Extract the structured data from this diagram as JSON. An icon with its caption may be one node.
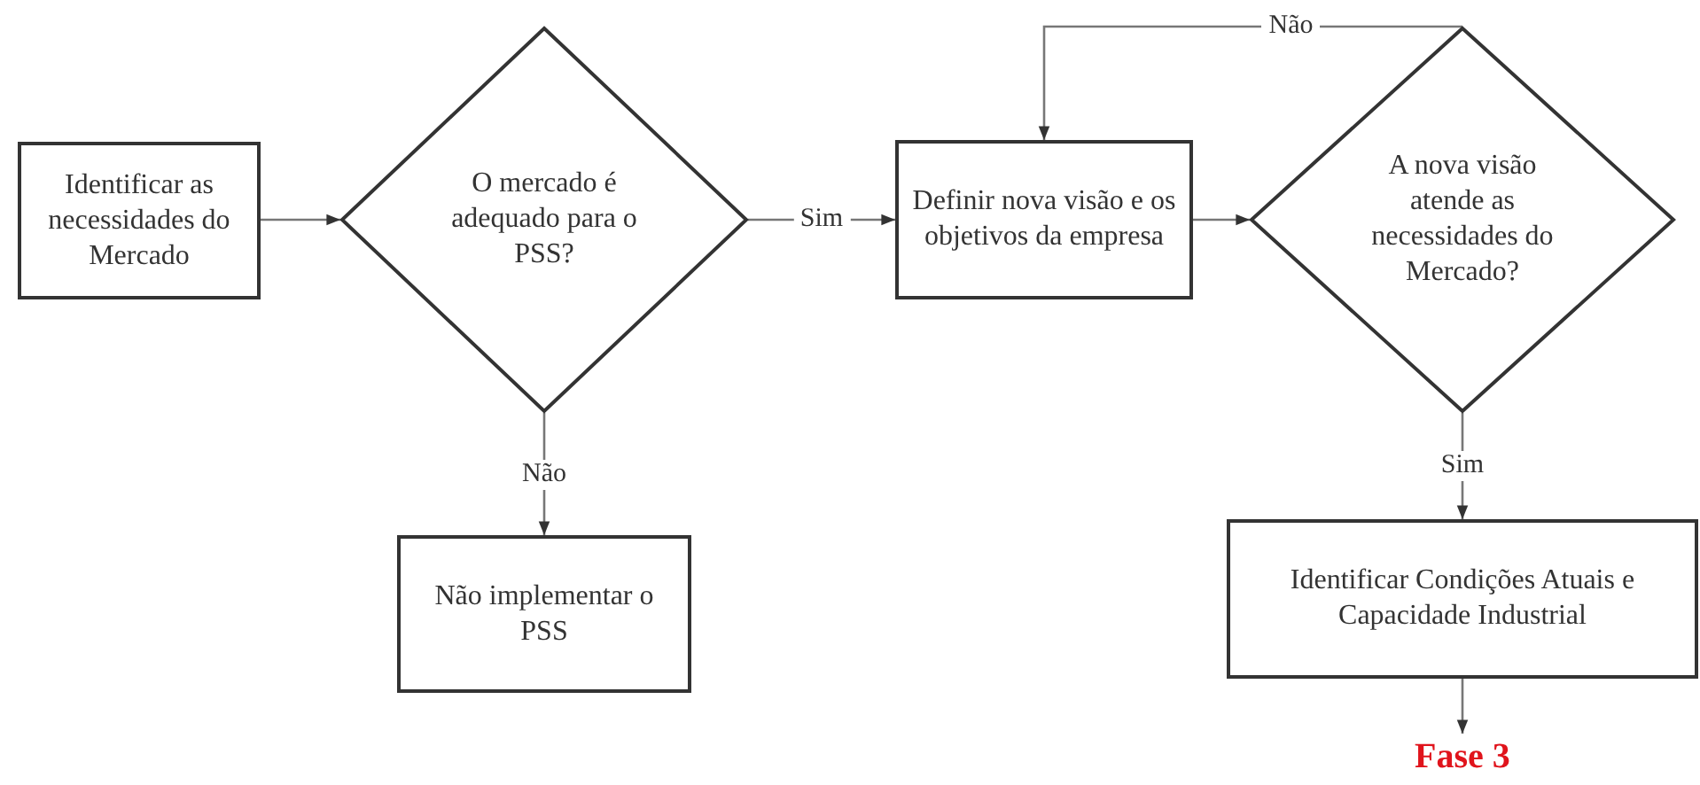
{
  "diagram": {
    "nodes": [
      {
        "text": [
          "Identificar as necessidades do Mercado"
        ]
      },
      {
        "text": [
          "O mercado é adequado para o PSS?"
        ]
      },
      {
        "text": [
          "Definir nova visão e os objetivos da empresa"
        ]
      },
      {
        "text": [
          "A nova visão atende as necessidades do Mercado?"
        ]
      },
      {
        "text": [
          "Não implementar o PSS"
        ]
      },
      {
        "text": [
          "Identificar Condições Atuais e Capacidade Industrial"
        ]
      },
      {
        "text": [
          "Fase 3"
        ]
      }
    ],
    "edges": [
      {
        "from": 0,
        "to": 1,
        "arrow": "to"
      },
      {
        "from": 1,
        "to": 2,
        "arrow": "to",
        "label": "Sim"
      },
      {
        "from": 1,
        "to": 4,
        "arrow": "to",
        "label": "Não"
      },
      {
        "from": 2,
        "to": 3,
        "arrow": "to"
      },
      {
        "from": 3,
        "to": 2,
        "arrow": "to",
        "label": "Não"
      },
      {
        "from": 3,
        "to": 5,
        "arrow": "to",
        "label": "Sim"
      },
      {
        "from": 5,
        "to": 6,
        "arrow": "to"
      }
    ]
  }
}
